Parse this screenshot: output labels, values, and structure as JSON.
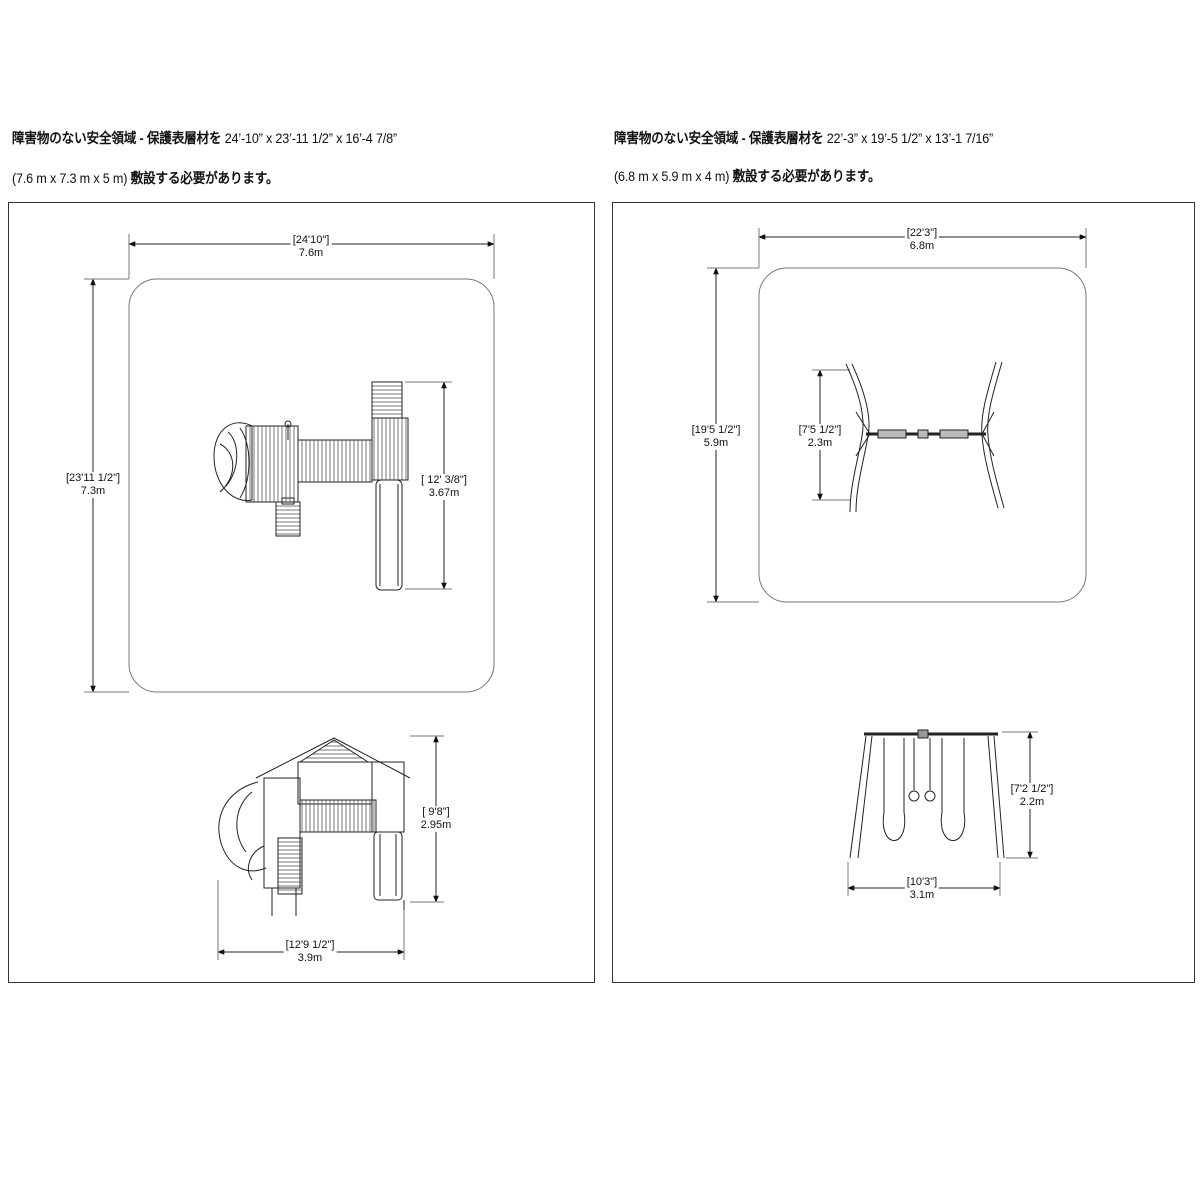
{
  "left": {
    "caption_line1_bold": "障害物のない安全領域 - 保護表層材を",
    "caption_line1_dims": "24’-10” x 23’-11 1/2” x 16’-4 7/8”",
    "caption_line2_dims": "(7.6 m x 7.3 m x 5 m)",
    "caption_line2_bold": "敷設する必要があります。",
    "dims": {
      "top_width_imperial": "[24'10\"]",
      "top_width_metric": "7.6m",
      "side_height_imperial": "[23'11 1/2\"]",
      "side_height_metric": "7.3m",
      "unit_depth_imperial": "[ 12' 3/8\"]",
      "unit_depth_metric": "3.67m",
      "elev_height_imperial": "[ 9'8\"]",
      "elev_height_metric": "2.95m",
      "elev_width_imperial": "[12'9 1/2\"]",
      "elev_width_metric": "3.9m"
    }
  },
  "right": {
    "caption_line1_bold": "障害物のない安全領域 - 保護表層材を",
    "caption_line1_dims": "22’-3” x 19’-5 1/2” x 13’-1 7/16”",
    "caption_line2_dims": "(6.8 m x 5.9 m x 4 m)",
    "caption_line2_bold": "敷設する必要があります。",
    "dims": {
      "top_width_imperial": "[22'3\"]",
      "top_width_metric": "6.8m",
      "side_height_imperial": "[19'5 1/2\"]",
      "side_height_metric": "5.9m",
      "frame_depth_imperial": "[7'5 1/2\"]",
      "frame_depth_metric": "2.3m",
      "elev_height_imperial": "[7'2 1/2\"]",
      "elev_height_metric": "2.2m",
      "elev_width_imperial": "[10'3\"]",
      "elev_width_metric": "3.1m"
    }
  }
}
